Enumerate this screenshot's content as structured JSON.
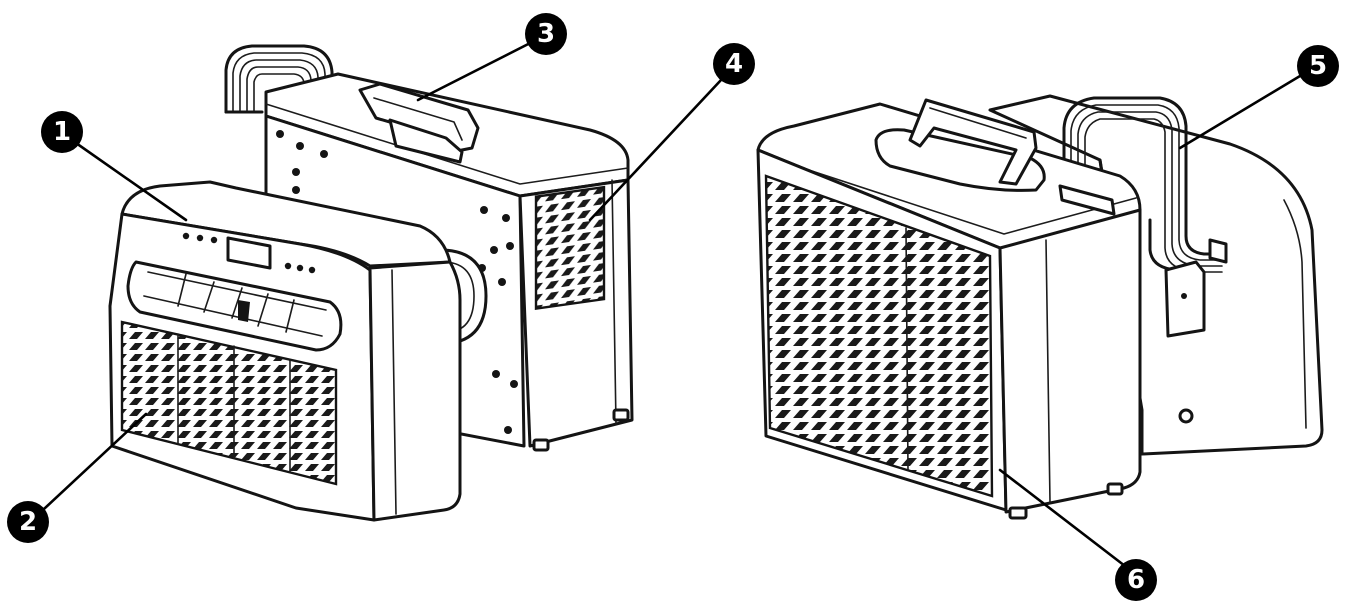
{
  "callouts": [
    {
      "id": "1",
      "label": "1"
    },
    {
      "id": "2",
      "label": "2"
    },
    {
      "id": "3",
      "label": "3"
    },
    {
      "id": "4",
      "label": "4"
    },
    {
      "id": "5",
      "label": "5"
    },
    {
      "id": "6",
      "label": "6"
    }
  ],
  "colors": {
    "line": "#141414",
    "badge": "#000000",
    "badge_text": "#ffffff",
    "background": "#ffffff"
  }
}
